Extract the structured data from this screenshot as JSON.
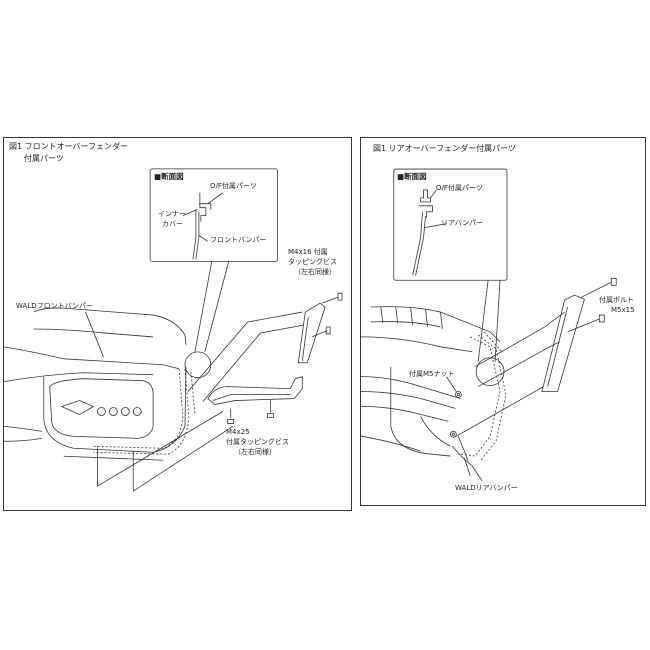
{
  "left": {
    "title_line1": "図1 フロントオーバーフェンダー",
    "title_line2": "付属パーツ",
    "inset_title": "■断面図",
    "of_parts": "O/F付属パーツ",
    "inner_cover_1": "インナー",
    "inner_cover_2": "カバー",
    "front_bumper_inset": "フロントバンパー",
    "m4x16_1": "M4x16 付属",
    "m4x16_2": "タッピングビス",
    "m4x16_3": "（左右同様）",
    "wald_front": "WALDフロントバンパー",
    "m4x25_1": "M4x25",
    "m4x25_2": "付属タッピングビス",
    "m4x25_3": "（左右同様）"
  },
  "right": {
    "title": "図1 リアオーバーフェンダー付属パーツ",
    "inset_title": "■断面図",
    "of_parts": "O/F付属パーツ",
    "rear_bumper_inset": "リアバンパー",
    "bolt_1": "付属ボルト",
    "bolt_2": "M5x15",
    "nut": "付属M5ナット",
    "wald_rear": "WALDリアバンパー"
  }
}
